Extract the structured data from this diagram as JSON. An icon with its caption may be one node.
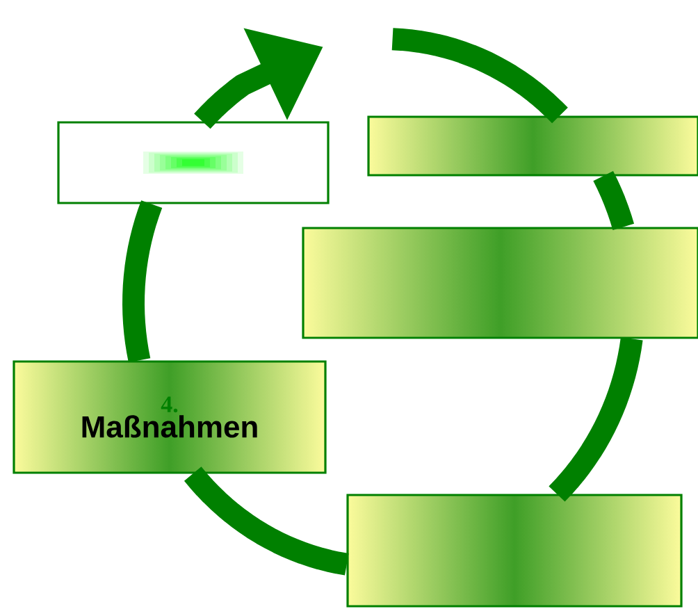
{
  "diagram": {
    "nodes": [
      {
        "text": [],
        "shape": "box"
      },
      {
        "text": [],
        "shape": "box"
      },
      {
        "text": [],
        "shape": "box"
      },
      {
        "text": [
          "4.",
          "Maßnahmen"
        ]
      },
      {
        "text": [],
        "shape": "box"
      }
    ],
    "edges": [
      {
        "from": null,
        "to": 1,
        "arrow": "none"
      },
      {
        "from": 1,
        "to": 2,
        "arrow": "none"
      },
      {
        "from": 2,
        "to": 4,
        "arrow": "none"
      },
      {
        "from": 4,
        "to": 3,
        "arrow": "none"
      },
      {
        "from": 3,
        "to": 0,
        "arrow": "none"
      },
      {
        "from": 0,
        "to": null,
        "arrow": "to"
      }
    ]
  }
}
